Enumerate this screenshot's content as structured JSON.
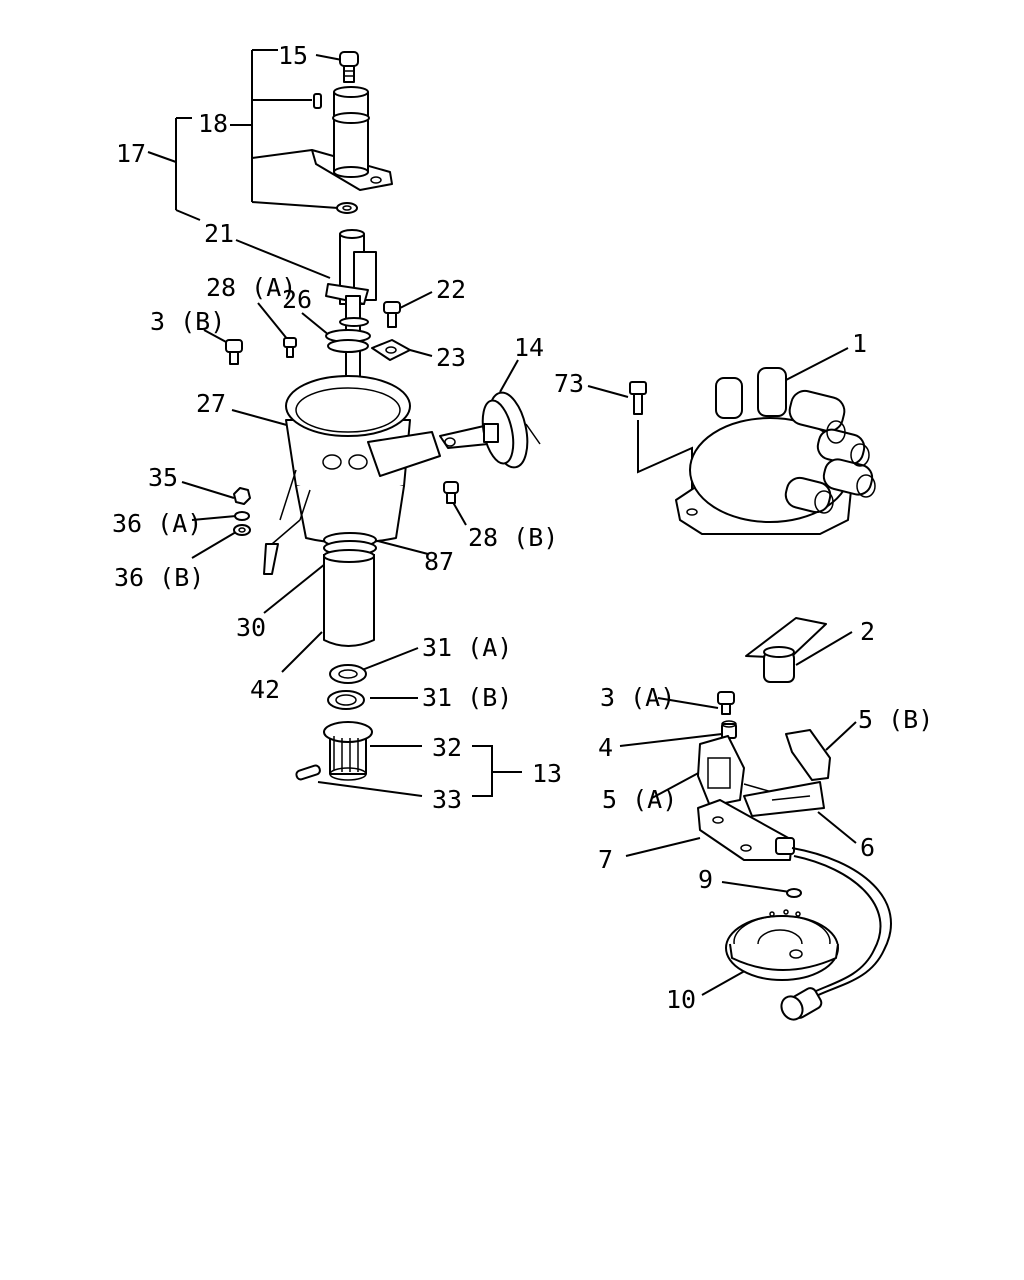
{
  "labels": {
    "p15": "15",
    "p18": "18",
    "p17": "17",
    "p21": "21",
    "p28a": "28 (A)",
    "p26": "26",
    "p22": "22",
    "p3b": "3 (B)",
    "p23": "23",
    "p14": "14",
    "p1": "1",
    "p73": "73",
    "p27": "27",
    "p35": "35",
    "p36a": "36 (A)",
    "p36b": "36 (B)",
    "p28b": "28 (B)",
    "p87": "87",
    "p30": "30",
    "p2": "2",
    "p31a": "31 (A)",
    "p42": "42",
    "p31b": "31 (B)",
    "p3a": "3 (A)",
    "p5b": "5 (B)",
    "p32": "32",
    "p4": "4",
    "p13": "13",
    "p5a": "5 (A)",
    "p33": "33",
    "p6": "6",
    "p7": "7",
    "p9": "9",
    "p10": "10"
  }
}
